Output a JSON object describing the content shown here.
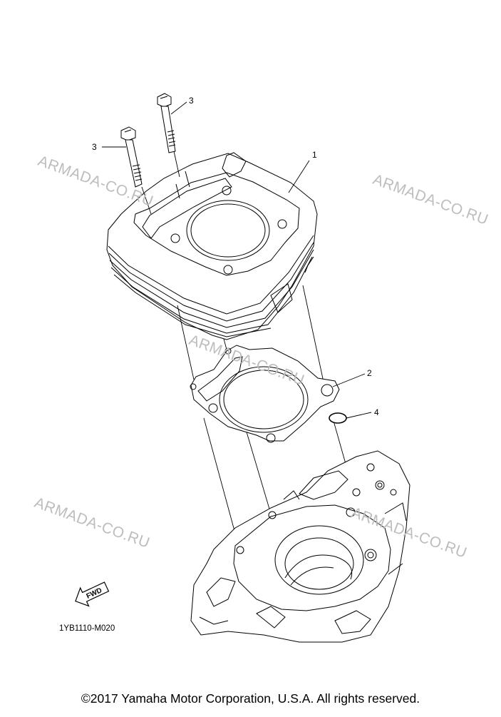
{
  "watermarks": [
    "ARMADA-CO.RU",
    "ARMADA-CO.RU",
    "ARMADA-CO.RU",
    "ARMADA-CO.RU",
    "ARMADA-CO.RU"
  ],
  "callouts": {
    "cylinder": "1",
    "gasket": "2",
    "bolt_left": "3",
    "bolt_right": "3",
    "o_ring": "4"
  },
  "fwd_label": "FWD",
  "diagram_code": "1YB1110-M020",
  "copyright": "©2017 Yamaha Motor Corporation, U.S.A. All rights reserved."
}
